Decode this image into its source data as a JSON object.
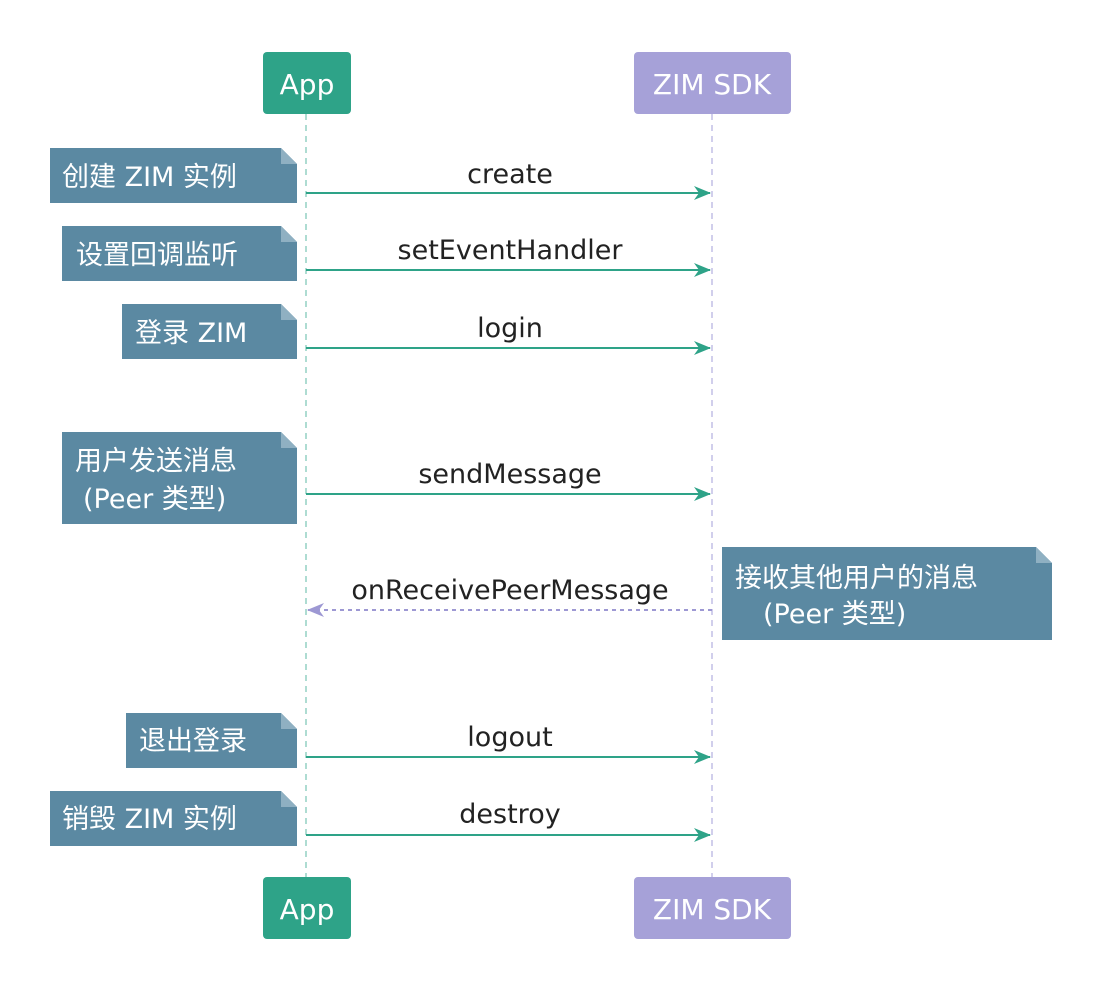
{
  "participants": {
    "app": "App",
    "sdk": "ZIM SDK"
  },
  "messages": [
    {
      "label": "create",
      "direction": "app-to-sdk"
    },
    {
      "label": "setEventHandler",
      "direction": "app-to-sdk"
    },
    {
      "label": "login",
      "direction": "app-to-sdk"
    },
    {
      "label": "sendMessage",
      "direction": "app-to-sdk"
    },
    {
      "label": "onReceivePeerMessage",
      "direction": "sdk-to-app"
    },
    {
      "label": "logout",
      "direction": "app-to-sdk"
    },
    {
      "label": "destroy",
      "direction": "app-to-sdk"
    }
  ],
  "notes": [
    {
      "lines": [
        "创建 ZIM 实例"
      ]
    },
    {
      "lines": [
        "设置回调监听"
      ]
    },
    {
      "lines": [
        "登录 ZIM"
      ]
    },
    {
      "lines": [
        "用户发送消息",
        "(Peer 类型)"
      ]
    },
    {
      "lines": [
        "接收其他用户的消息",
        "(Peer 类型)"
      ]
    },
    {
      "lines": [
        "退出登录"
      ]
    },
    {
      "lines": [
        "销毁 ZIM 实例"
      ]
    }
  ],
  "colors": {
    "app": "#2ea388",
    "sdk": "#a6a1d8",
    "note": "#5b89a2",
    "arrow": "#2ea388",
    "return_arrow": "#9d98d3"
  }
}
